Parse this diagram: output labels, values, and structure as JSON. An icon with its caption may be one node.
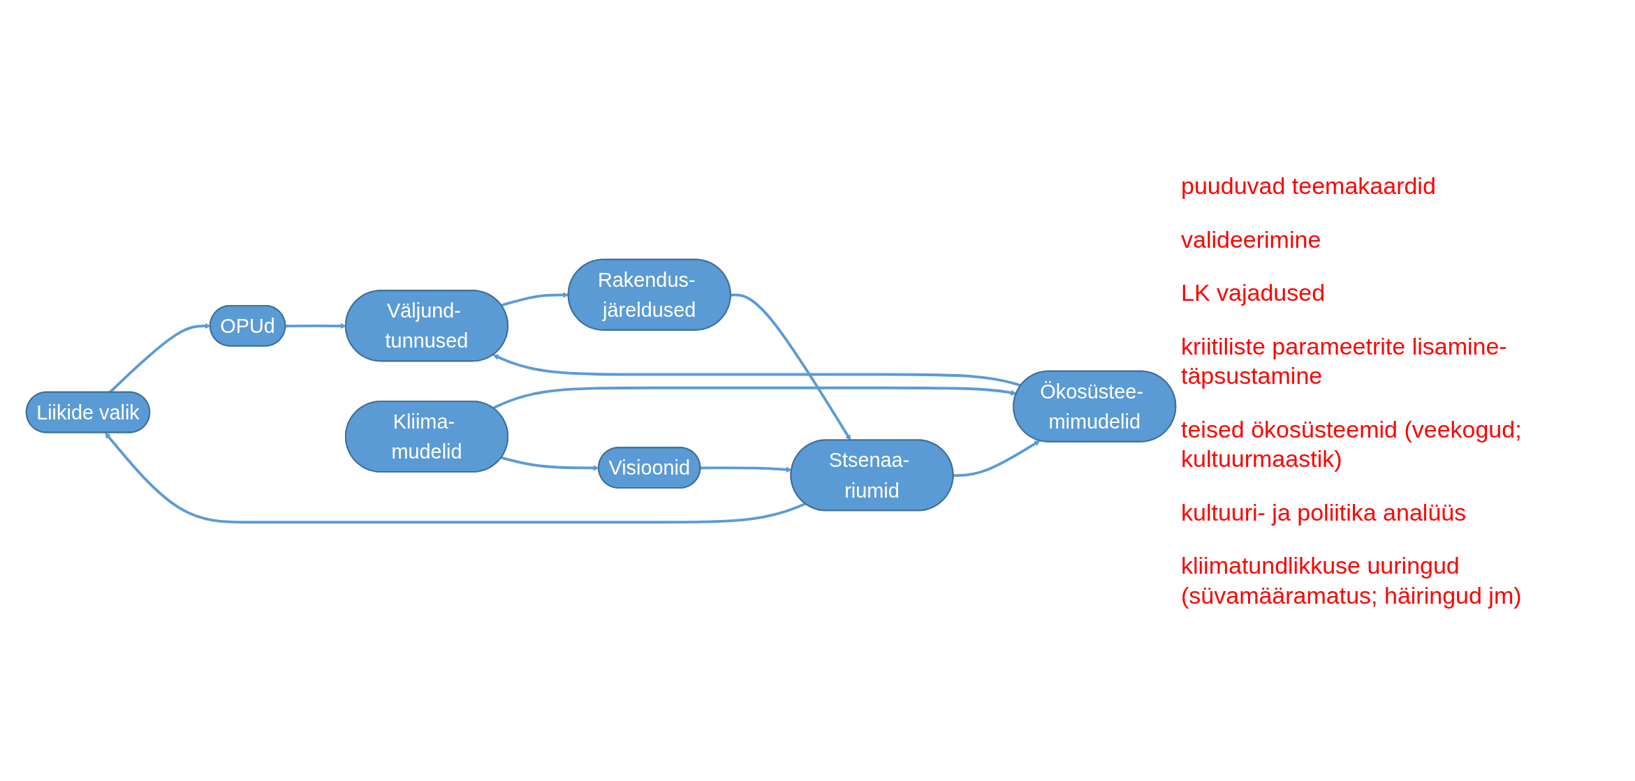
{
  "diagram": {
    "nodes": [
      {
        "text": [
          "Liikide valik"
        ]
      },
      {
        "text": [
          "OPUd"
        ]
      },
      {
        "text": [
          "Väljund- tunnused"
        ]
      },
      {
        "text": [
          "Rakendus- järeldused"
        ]
      },
      {
        "text": [
          "Stsenaa- riumid"
        ]
      },
      {
        "text": [
          "Ökosüstee- mimudelid"
        ]
      },
      {
        "text": [
          "Kliima- mudelid"
        ]
      },
      {
        "text": [
          "Visioonid"
        ]
      }
    ],
    "edges": [
      {
        "from": 0,
        "to": 1,
        "arrow": "to"
      },
      {
        "from": 1,
        "to": 2,
        "arrow": "to"
      },
      {
        "from": 2,
        "to": 3,
        "arrow": "to"
      },
      {
        "from": 3,
        "to": 4,
        "arrow": "to"
      },
      {
        "from": 4,
        "to": 0,
        "arrow": "to"
      },
      {
        "from": 4,
        "to": 5,
        "arrow": "to"
      },
      {
        "from": 5,
        "to": 2,
        "arrow": "to"
      },
      {
        "from": 6,
        "to": 5,
        "arrow": "to"
      },
      {
        "from": 6,
        "to": 7,
        "arrow": "to"
      },
      {
        "from": 7,
        "to": 4,
        "arrow": "to"
      }
    ],
    "labels": [
      "puuduvad teemakaardid",
      "valideerimine",
      "LK vajadused",
      "kriitiliste parameetrite lisamine-täpsustamine",
      "teised ökosüsteemid (veekogud; kultuurmaastik)",
      "kultuuri- ja poliitika analüüs",
      "kliimatundlikkuse uuringud (süvamääramatus; häiringud jm)"
    ]
  }
}
